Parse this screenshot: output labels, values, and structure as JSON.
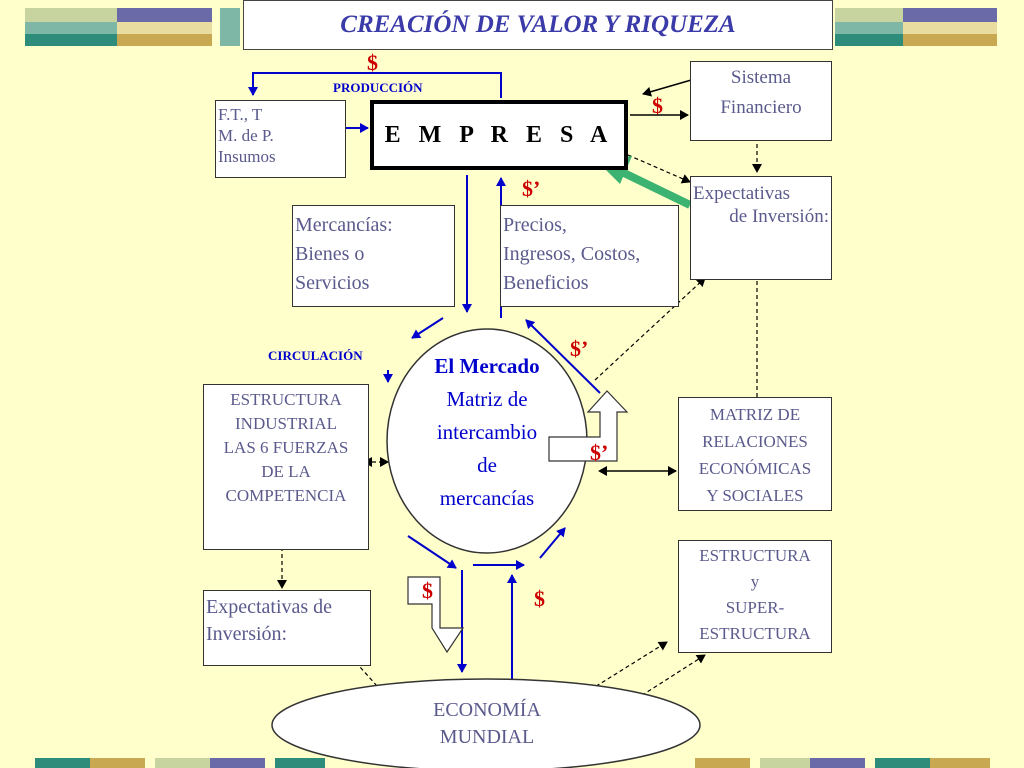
{
  "title": "CREACIÓN DE VALOR Y RIQUEZA",
  "empresa": "E M P R E S A",
  "labels": {
    "produccion": "PRODUCCIÓN",
    "circulacion": "CIRCULACIÓN"
  },
  "money": {
    "top": "$",
    "financiero": "$",
    "empresa_below": "$’",
    "mercado_right": "$’",
    "arrow_block": "$’",
    "bottom_left": "$",
    "bottom_right": "$"
  },
  "boxes": {
    "ft": [
      "F.T., T",
      "M. de P.",
      "Insumos"
    ],
    "sistema": [
      "Sistema",
      "Financiero"
    ],
    "expectativas_top": [
      "Expectativas",
      "de Inversión:"
    ],
    "mercancias": [
      "Mercancías:",
      "Bienes o",
      "Servicios"
    ],
    "precios": [
      "Precios,",
      "Ingresos, Costos,",
      "Beneficios"
    ],
    "estructura_industrial": [
      "ESTRUCTURA",
      "INDUSTRIAL",
      "LAS 6 FUERZAS",
      "DE LA",
      "COMPETENCIA"
    ],
    "matriz_relaciones": [
      "MATRIZ DE",
      "RELACIONES",
      "ECONÓMICAS",
      "Y SOCIALES"
    ],
    "expectativas_bottom": [
      "Expectativas de",
      "Inversión:"
    ],
    "estructura_super": [
      "ESTRUCTURA",
      "y",
      "SUPER-",
      "ESTRUCTURA"
    ]
  },
  "mercado": {
    "title": "El Mercado",
    "lines": [
      "Matriz de",
      "intercambio",
      "de",
      "mercancías"
    ]
  },
  "economia": [
    "ECONOMÍA",
    "MUNDIAL"
  ],
  "colors": {
    "background": "#FFFFCC",
    "arrow": "#0000CC",
    "money": "#CC0000",
    "green_arrow": "#3CB371",
    "box_text": "#5A5A8C"
  }
}
